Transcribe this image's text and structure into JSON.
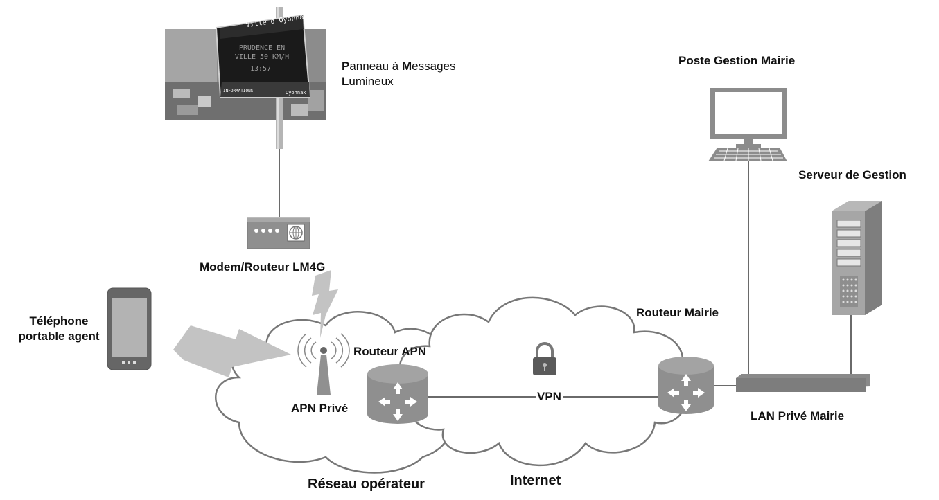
{
  "labels": {
    "panneau": {
      "line1_cap": "P",
      "line1_rest": "anneau à ",
      "line1_cap2": "M",
      "line1_rest2": "essages",
      "line2_cap": "L",
      "line2_rest": "umineux"
    },
    "modem": "Modem/Routeur LM4G",
    "telephone_line1": "Téléphone",
    "telephone_line2": "portable agent",
    "apn_prive": "APN Privé",
    "routeur_apn": "Routeur APN",
    "vpn": "VPN",
    "routeur_mairie": "Routeur Mairie",
    "poste_gestion": "Poste Gestion Mairie",
    "serveur_gestion": "Serveur de Gestion",
    "lan_prive": "LAN Privé Mairie",
    "reseau_operateur": "Réseau opérateur",
    "internet": "Internet"
  },
  "sign": {
    "header": "Ville d'Oyonnax",
    "message_line1": "PRUDENCE EN",
    "message_line2": "VILLE 50 KM/H",
    "time": "13:57",
    "footer_left": "INFORMATIONS",
    "footer_right": "Oyonnax"
  },
  "colors": {
    "line": "#6a6a6a",
    "cloud_fill": "#ffffff",
    "cloud_stroke": "#777777",
    "router_fill": "#909090",
    "lightning": "#c3c3c3",
    "text": "#111111"
  }
}
